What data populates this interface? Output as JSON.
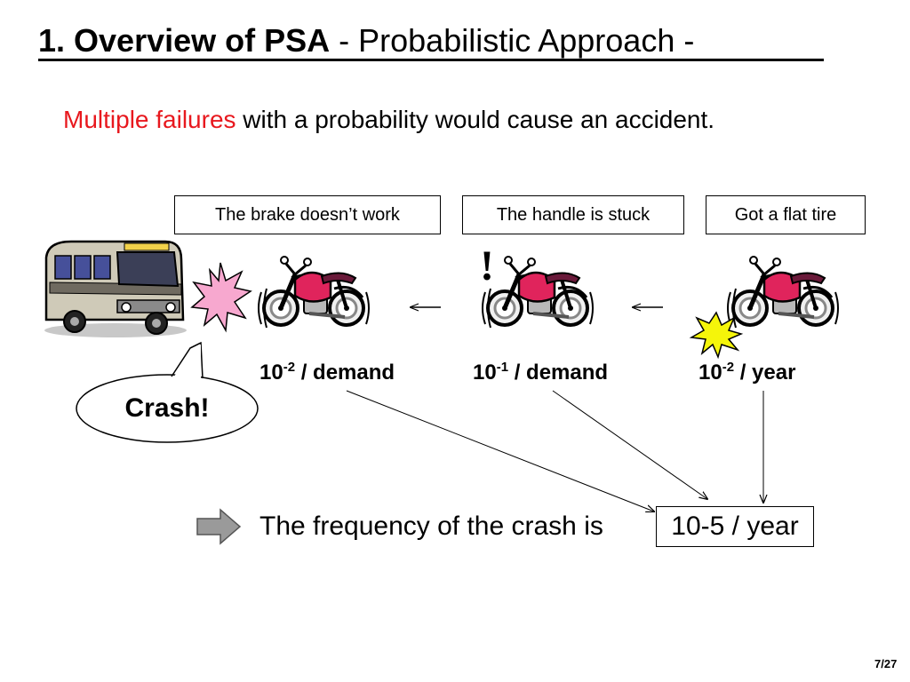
{
  "slide": {
    "title_bold": "1. Overview of PSA",
    "title_rest": " - Probabilistic Approach -",
    "subtitle_red": "Multiple failures",
    "subtitle_rest": " with a probability would cause an accident.",
    "page_number": "7/27"
  },
  "failures": [
    {
      "label": "The brake doesn’t work",
      "prob_base": "10",
      "prob_exp": "-2",
      "prob_unit": " / demand"
    },
    {
      "label": "The handle is stuck",
      "prob_base": "10",
      "prob_exp": "-1",
      "prob_unit": " / demand"
    },
    {
      "label": "Got a flat tire",
      "prob_base": "10",
      "prob_exp": "-2",
      "prob_unit": " / year"
    }
  ],
  "crash": {
    "label": "Crash!"
  },
  "result": {
    "text": "The frequency of the crash is",
    "value": "10-5 / year"
  },
  "icons": {
    "exclamation": "!",
    "bus": "bus-icon",
    "motorcycle": "motorcycle-icon",
    "burst_pink": "burst-icon",
    "burst_yellow": "burst-icon",
    "result_arrow": "right-arrow-icon"
  },
  "colors": {
    "accent_red": "#e8181e",
    "burst_pink": "#f7a8cf",
    "burst_yellow": "#f5f50a",
    "bike_body": "#e0245c",
    "arrow_gray": "#9a9a9a"
  }
}
